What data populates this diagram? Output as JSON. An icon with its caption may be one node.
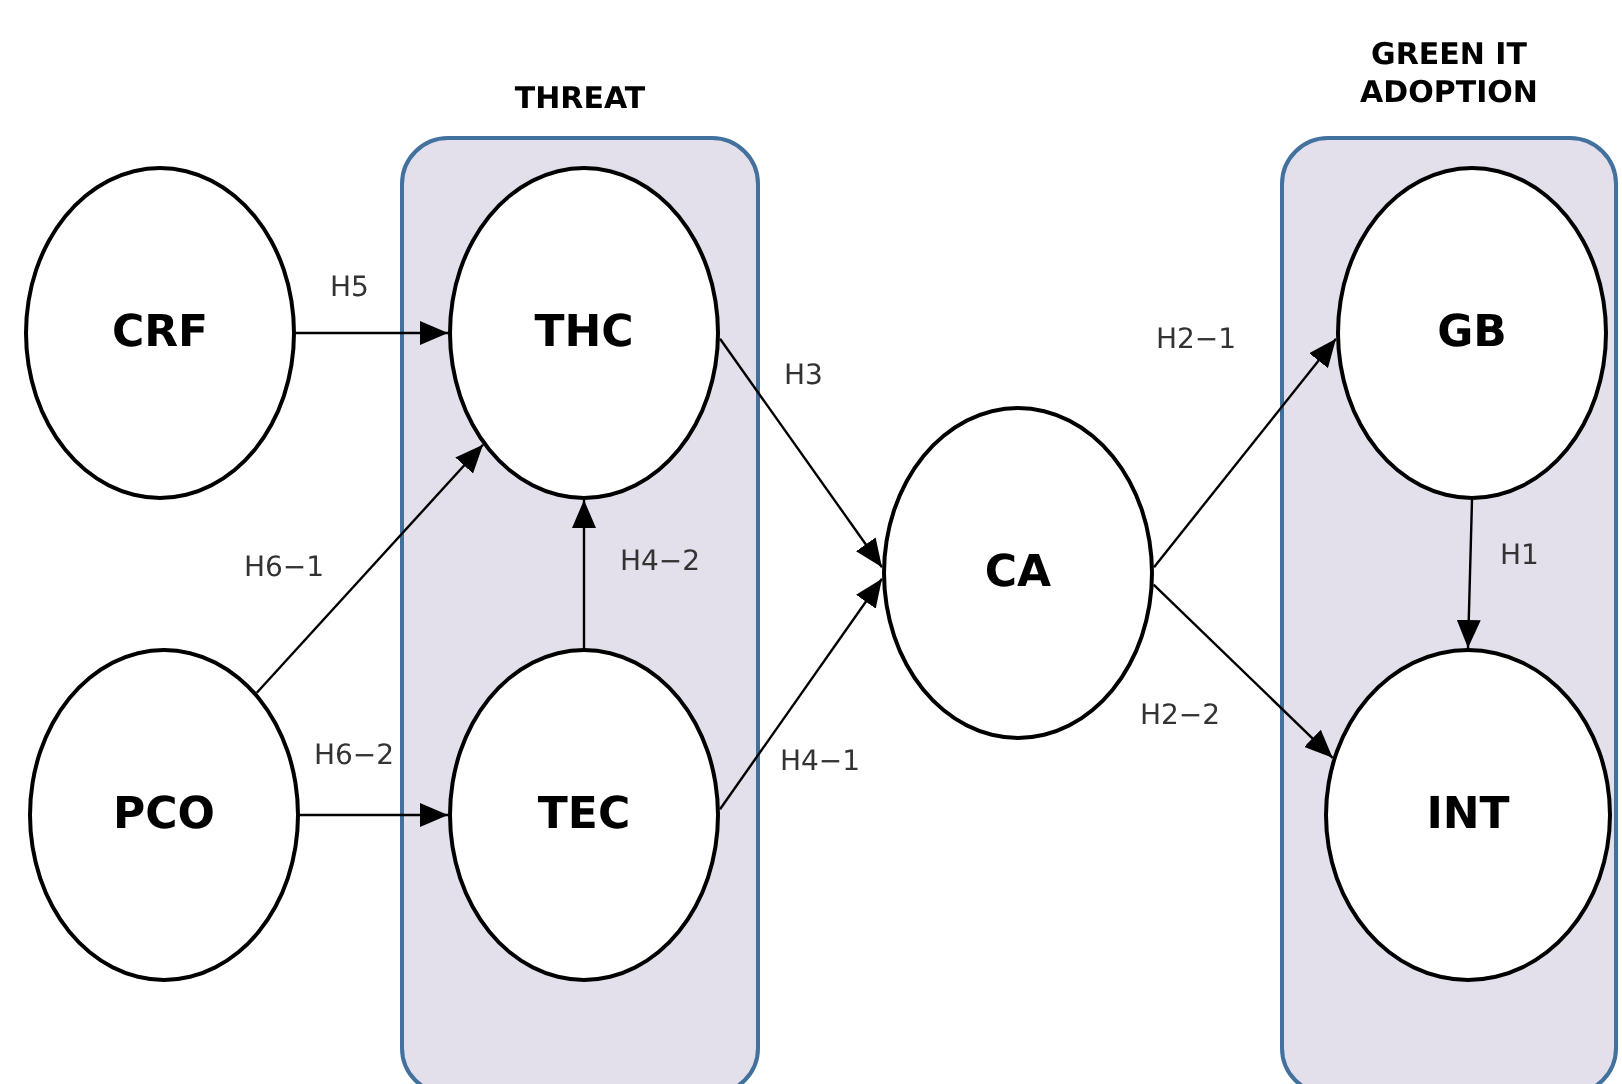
{
  "diagram": {
    "nodes": [
      {
        "text": [
          "CRF"
        ]
      },
      {
        "text": [
          "THREAT"
        ]
      },
      {
        "text": [
          "THC"
        ],
        "in": 1
      },
      {
        "text": [
          "TEC"
        ],
        "in": 1
      },
      {
        "text": [
          "PCO"
        ]
      },
      {
        "text": [
          "CA"
        ]
      },
      {
        "text": [
          "GREEN IT ADOPTION"
        ]
      },
      {
        "text": [
          "GB"
        ],
        "in": 6
      },
      {
        "text": [
          "INT"
        ],
        "in": 6
      }
    ],
    "edges": [
      {
        "from": 0,
        "to": 2,
        "arrow": "to",
        "label": "H5"
      },
      {
        "from": 4,
        "to": 2,
        "arrow": "to",
        "label": "H6−1"
      },
      {
        "from": 4,
        "to": 3,
        "arrow": "to",
        "label": "H6−2"
      },
      {
        "from": 3,
        "to": 2,
        "arrow": "to",
        "label": "H4−2"
      },
      {
        "from": 2,
        "to": 5,
        "arrow": "to",
        "label": "H3"
      },
      {
        "from": 3,
        "to": 5,
        "arrow": "to",
        "label": "H4−1"
      },
      {
        "from": 5,
        "to": 7,
        "arrow": "to",
        "label": "H2−1"
      },
      {
        "from": 5,
        "to": 8,
        "arrow": "to",
        "label": "H2−2"
      },
      {
        "from": 7,
        "to": 8,
        "arrow": "to",
        "label": "H1"
      }
    ]
  }
}
